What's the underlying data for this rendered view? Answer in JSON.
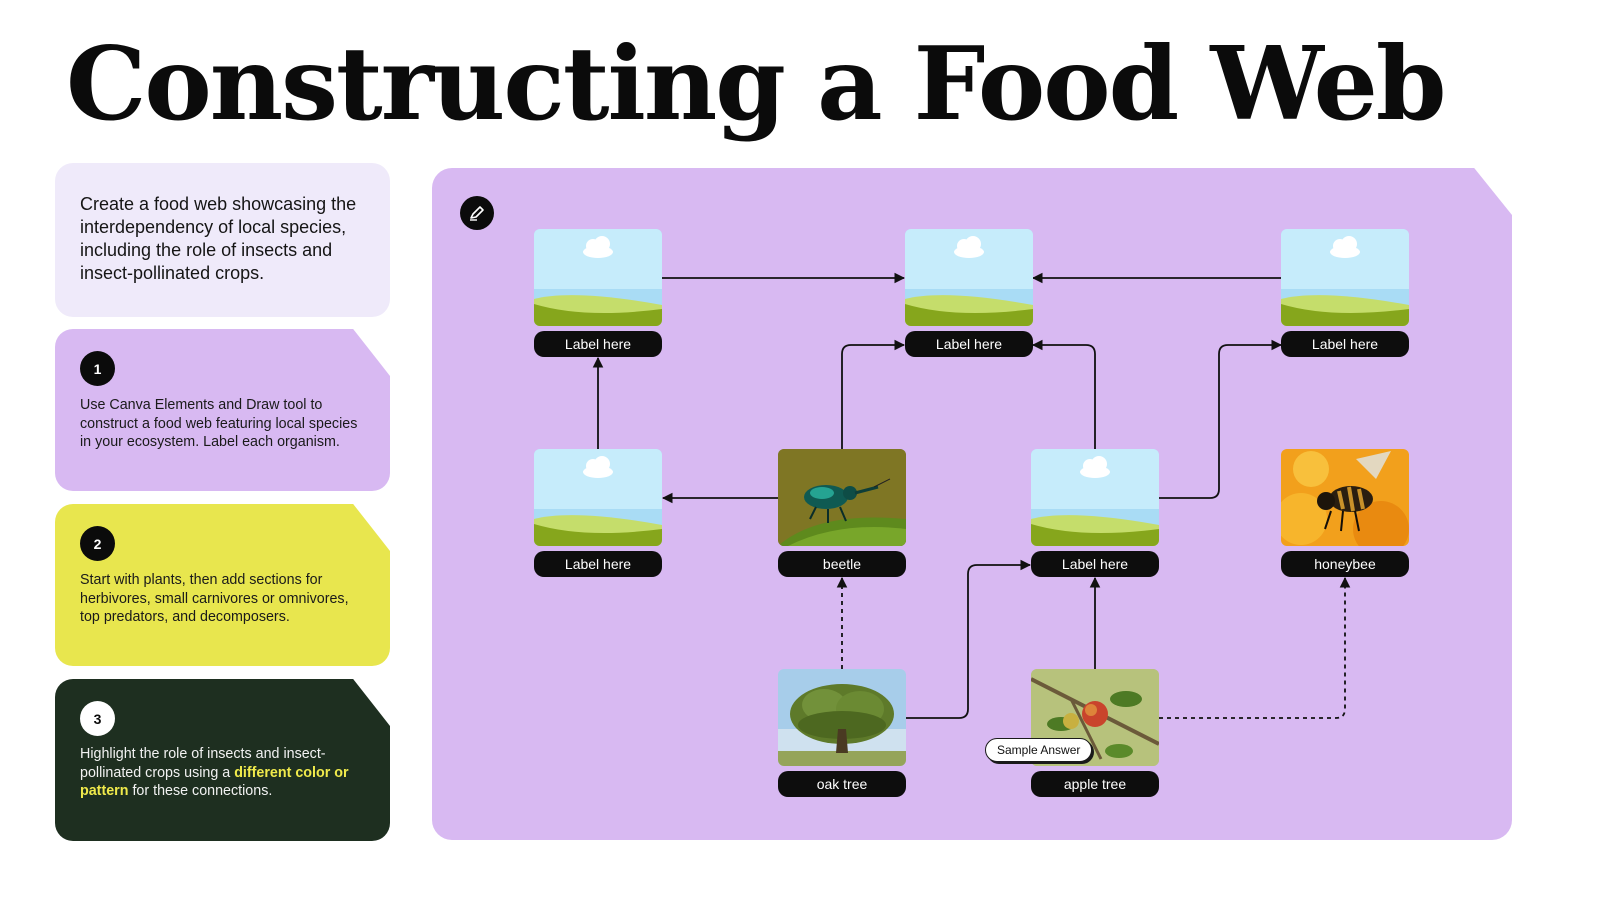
{
  "title": "Constructing a Food Web",
  "intro": "Create a food web showcasing the interdependency of local species, including the role of insects and insect-pollinated crops.",
  "steps": [
    {
      "number": "1",
      "text": "Use Canva Elements and Draw tool to construct a food web featuring local species in your ecosystem. Label each organism."
    },
    {
      "number": "2",
      "text": "Start with plants, then add sections for herbivores, small carnivores or omnivores, top predators, and decomposers."
    },
    {
      "number": "3",
      "text_before": "Highlight the role of insects and insect-pollinated crops using a ",
      "text_highlight": "different color or pattern",
      "text_after": " for these connections."
    }
  ],
  "colors": {
    "intro_bg": "#efeafa",
    "step1_bg": "#d8b9f2",
    "step2_bg": "#e8e64e",
    "step3_bg": "#1e2f20",
    "canvas_bg": "#d8b9f2",
    "highlight": "#f0ea4b"
  },
  "canvas": {
    "draw_icon": "pen-draw-icon",
    "nodes": [
      {
        "label": "Label here",
        "image": "placeholder-landscape-icon"
      },
      {
        "label": "Label here",
        "image": "placeholder-landscape-icon"
      },
      {
        "label": "Label here",
        "image": "placeholder-landscape-icon"
      },
      {
        "label": "Label here",
        "image": "placeholder-landscape-icon"
      },
      {
        "label": "beetle",
        "image": "beetle-photo"
      },
      {
        "label": "Label here",
        "image": "placeholder-landscape-icon"
      },
      {
        "label": "honeybee",
        "image": "honeybee-photo"
      },
      {
        "label": "oak tree",
        "image": "oak-tree-photo"
      },
      {
        "label": "apple tree",
        "image": "apple-tree-photo"
      }
    ],
    "sample_tag": "Sample Answer",
    "connections": [
      {
        "from": "Label here (row 1 left)",
        "to": "Label here (row 1 center)",
        "style": "solid"
      },
      {
        "from": "Label here (row 1 right)",
        "to": "Label here (row 1 center)",
        "style": "solid"
      },
      {
        "from": "Label here (row 2 left)",
        "to": "Label here (row 1 left)",
        "style": "solid"
      },
      {
        "from": "beetle",
        "to": "Label here (row 2 left)",
        "style": "solid"
      },
      {
        "from": "beetle",
        "to": "Label here (row 1 center)",
        "style": "solid"
      },
      {
        "from": "Label here (row 2 center)",
        "to": "Label here (row 1 center)",
        "style": "solid"
      },
      {
        "from": "Label here (row 2 center)",
        "to": "Label here (row 1 right)",
        "style": "solid"
      },
      {
        "from": "oak tree",
        "to": "beetle",
        "style": "dashed"
      },
      {
        "from": "oak tree",
        "to": "Label here (row 2 center)",
        "style": "solid"
      },
      {
        "from": "apple tree",
        "to": "Label here (row 2 center)",
        "style": "solid"
      },
      {
        "from": "apple tree",
        "to": "honeybee",
        "style": "dashed"
      }
    ]
  }
}
